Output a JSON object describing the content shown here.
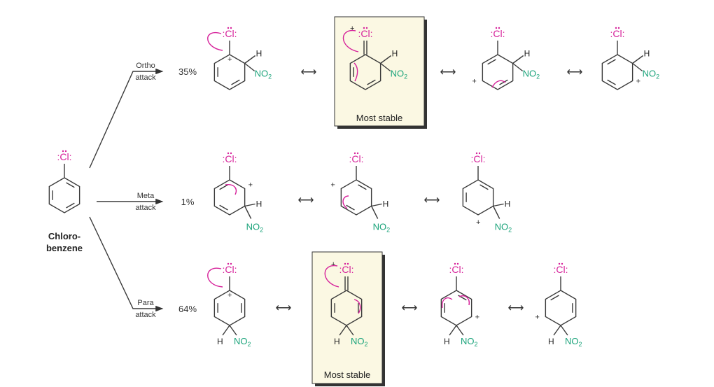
{
  "colors": {
    "chlorine": "#d6219a",
    "nitro": "#1aa37a",
    "box": "#fbf8e3"
  },
  "chlorine_label": ":Cl:",
  "hydrogen_label": "H",
  "nitro": {
    "main": "NO",
    "sub": "2"
  },
  "plus": "+",
  "resonance_symbol": "⟷",
  "starting_material": {
    "line1": "Chloro-",
    "line2": "benzene"
  },
  "pathways": [
    {
      "name": "ortho",
      "label": "Ortho",
      "sub": "attack",
      "percent": "35%"
    },
    {
      "name": "meta",
      "label": "Meta",
      "sub": "attack",
      "percent": "1%"
    },
    {
      "name": "para",
      "label": "Para",
      "sub": "attack",
      "percent": "64%"
    }
  ],
  "most_stable_label": "Most stable"
}
